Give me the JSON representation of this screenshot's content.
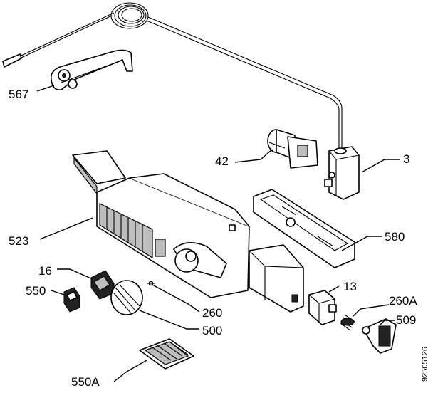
{
  "callouts": [
    {
      "id": "567",
      "text": "567"
    },
    {
      "id": "42",
      "text": "42"
    },
    {
      "id": "3",
      "text": "3"
    },
    {
      "id": "523",
      "text": "523"
    },
    {
      "id": "580",
      "text": "580"
    },
    {
      "id": "16",
      "text": "16"
    },
    {
      "id": "550",
      "text": "550"
    },
    {
      "id": "13",
      "text": "13"
    },
    {
      "id": "260A",
      "text": "260A"
    },
    {
      "id": "509",
      "text": "509"
    },
    {
      "id": "260",
      "text": "260"
    },
    {
      "id": "500",
      "text": "500"
    },
    {
      "id": "550A",
      "text": "550A"
    }
  ],
  "document_number": "92505126"
}
